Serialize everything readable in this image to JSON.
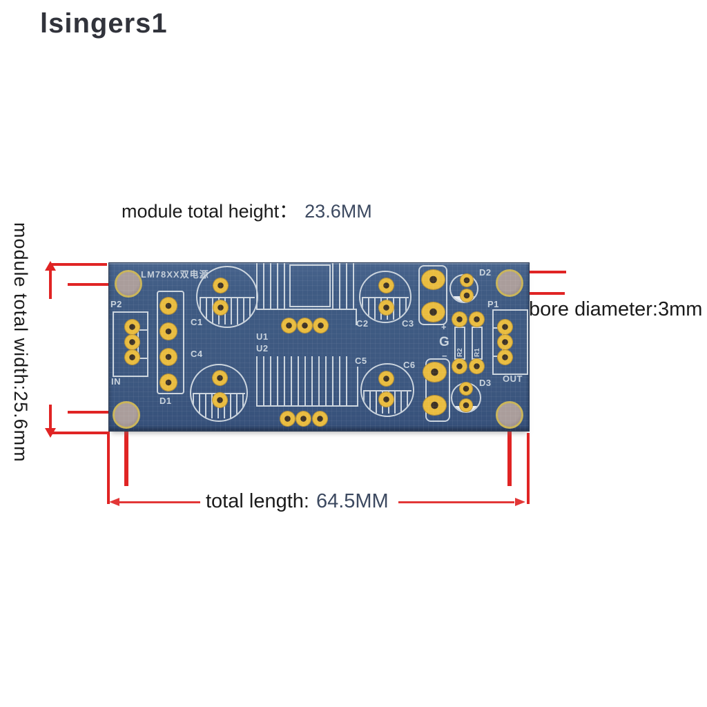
{
  "watermark": "lsingers1",
  "annotations": {
    "height_label": "module total height：",
    "height_value": "23.6MM",
    "width_label": "module total width:25.6mm",
    "bore_label": "bore diameter:3mm",
    "length_label": "total length:",
    "length_value": "64.5MM"
  },
  "pcb": {
    "silkscreen_title": "LM78XX双电源",
    "labels": {
      "p2": "P2",
      "in": "IN",
      "d1": "D1",
      "c1": "C1",
      "c4": "C4",
      "u1": "U1",
      "u2": "U2",
      "c2": "C2",
      "c3": "C3",
      "c5": "C5",
      "c6": "C6",
      "d2": "D2",
      "p1": "P1",
      "d3": "D3",
      "out": "OUT",
      "r1": "R1",
      "r2": "R2",
      "g": "G",
      "plus": "+",
      "minus": "−"
    }
  },
  "colors": {
    "board_blue": "#3d5880",
    "pad_gold": "#e9bc3f",
    "silkscreen": "#ccd5de",
    "annotation_red": "#e02424",
    "text_black": "#1b1b1b",
    "value_navy": "#3c4960",
    "watermark_gray": "#31333b"
  }
}
